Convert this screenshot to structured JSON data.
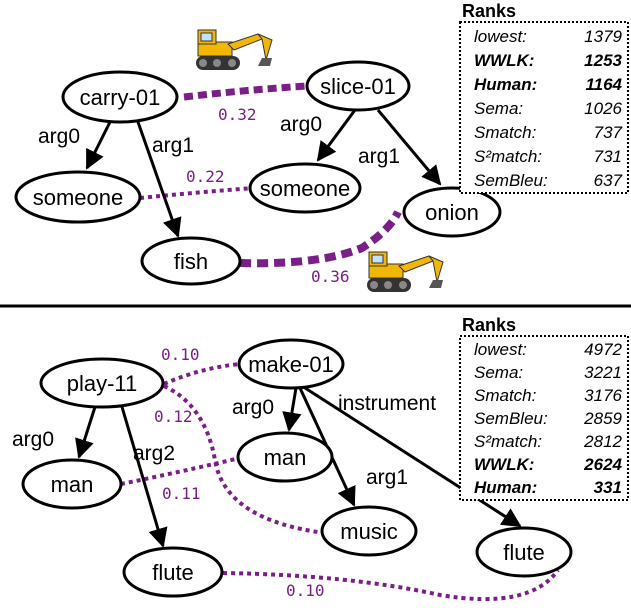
{
  "colors": {
    "alignment": "#7a1f87",
    "excavator_body": "#f2b705"
  },
  "graph_top": {
    "nodes": {
      "carry": "carry-01",
      "slice": "slice-01",
      "someone_left": "someone",
      "someone_right": "someone",
      "fish": "fish",
      "onion": "onion"
    },
    "edges": {
      "carry_arg0": "arg0",
      "carry_arg1": "arg1",
      "slice_arg0": "arg0",
      "slice_arg1": "arg1"
    },
    "alignments": [
      "0.32",
      "0.22",
      "0.36"
    ],
    "ranks": {
      "title": "Ranks",
      "rows": [
        {
          "name": "lowest:",
          "value": "1379",
          "bold": false
        },
        {
          "name": "WWLK:",
          "value": "1253",
          "bold": true
        },
        {
          "name": "Human:",
          "value": "1164",
          "bold": true
        },
        {
          "name": "Sema:",
          "value": "1026",
          "bold": false
        },
        {
          "name": "Smatch:",
          "value": "737",
          "bold": false
        },
        {
          "name": "S²match:",
          "value": "731",
          "bold": false
        },
        {
          "name": "SemBleu:",
          "value": "637",
          "bold": false
        }
      ]
    }
  },
  "graph_bottom": {
    "nodes": {
      "play": "play-11",
      "make": "make-01",
      "man_left": "man",
      "man_right": "man",
      "flute_left": "flute",
      "music": "music",
      "flute_right": "flute"
    },
    "edges": {
      "play_arg0": "arg0",
      "play_arg2": "arg2",
      "make_arg0": "arg0",
      "make_instrument": "instrument",
      "make_arg1": "arg1"
    },
    "alignments": [
      "0.10",
      "0.12",
      "0.11",
      "0.10"
    ],
    "ranks": {
      "title": "Ranks",
      "rows": [
        {
          "name": "lowest:",
          "value": "4972",
          "bold": false
        },
        {
          "name": "Sema:",
          "value": "3221",
          "bold": false
        },
        {
          "name": "Smatch:",
          "value": "3176",
          "bold": false
        },
        {
          "name": "SemBleu:",
          "value": "2859",
          "bold": false
        },
        {
          "name": "S²match:",
          "value": "2812",
          "bold": false
        },
        {
          "name": "WWLK:",
          "value": "2624",
          "bold": true
        },
        {
          "name": "Human:",
          "value": "331",
          "bold": true
        }
      ]
    }
  },
  "icons": [
    "excavator-icon",
    "excavator-icon"
  ]
}
